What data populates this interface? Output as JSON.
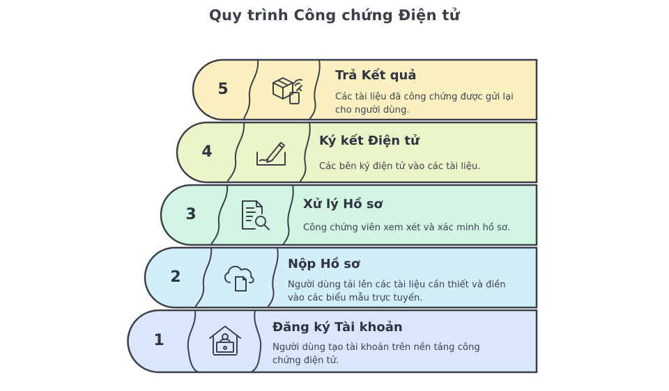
{
  "title": "Quy trình Công chứng Điện tử",
  "steps": [
    {
      "number": "1",
      "title": "Đăng ký Tài khoản",
      "description": "Người dùng tạo tài khoản trên nền tảng công chứng điện tử.",
      "icon": "house-laptop-icon",
      "color": "#d9e6fb"
    },
    {
      "number": "2",
      "title": "Nộp Hồ sơ",
      "description": "Người dùng tải lên các tài liệu cần thiết và điền vào các biểu mẫu trực tuyến.",
      "icon": "cloud-upload-document-icon",
      "color": "#d3eefb"
    },
    {
      "number": "3",
      "title": "Xử lý Hồ sơ",
      "description": "Công chứng viên xem xét và xác minh hồ sơ.",
      "icon": "document-search-icon",
      "color": "#d2f6e3"
    },
    {
      "number": "4",
      "title": "Ký kết Điện tử",
      "description": "Các bên ký điện tử vào các tài liệu.",
      "icon": "pen-signature-icon",
      "color": "#e9f7c8"
    },
    {
      "number": "5",
      "title": "Trả Kết quả",
      "description": "Các tài liệu đã công chứng được gửi lại cho người dùng.",
      "icon": "package-delivery-icon",
      "color": "#fbf1c0"
    }
  ]
}
